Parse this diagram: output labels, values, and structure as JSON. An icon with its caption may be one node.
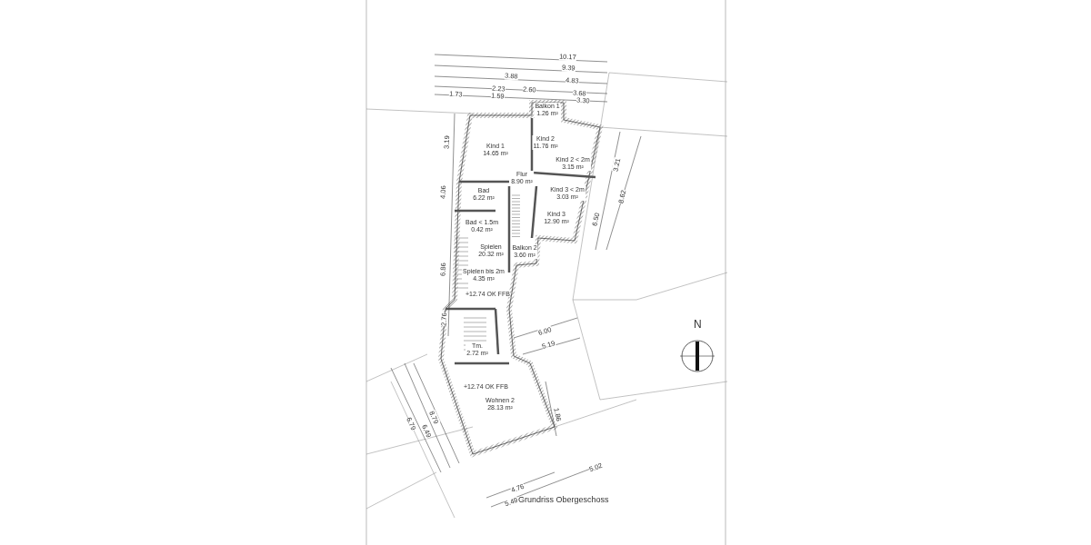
{
  "diagram": {
    "caption": "Grundriss Obergeschoss",
    "nodes": [
      {
        "text": [
          "Balkon 1",
          "1.26 m²"
        ]
      },
      {
        "text": [
          "Kind 1",
          "14.65 m²"
        ]
      },
      {
        "text": [
          "Kind 2",
          "11.76 m²"
        ]
      },
      {
        "text": [
          "Kind 2 < 2m",
          "3.15 m²"
        ]
      },
      {
        "text": [
          "Flur",
          "8.90 m²"
        ]
      },
      {
        "text": [
          "Bad",
          "6.22 m²"
        ]
      },
      {
        "text": [
          "Bad < 1.5m",
          "0.42 m²"
        ]
      },
      {
        "text": [
          "Kind 3 < 2m",
          "3.03 m²"
        ]
      },
      {
        "text": [
          "Kind 3",
          "12.90 m²"
        ]
      },
      {
        "text": [
          "Balkon 2",
          "3.60 m²"
        ]
      },
      {
        "text": [
          "Spielen",
          "20.32 m²"
        ]
      },
      {
        "text": [
          "Spielen bis 2m",
          "4.35 m²"
        ]
      },
      {
        "text": [
          "Tm.",
          "2.72 m²"
        ]
      },
      {
        "text": [
          "Wohnen 2",
          "28.13 m²"
        ]
      }
    ],
    "labels": [
      "10.17",
      "9.39",
      "3.88",
      "4.83",
      "2.23",
      "2.60",
      "3.68",
      "1.73",
      "1.59",
      "3.30",
      "3.19",
      "4.06",
      "6.86",
      "2.76",
      "3.21",
      "6.50",
      "8.62",
      "6.00",
      "5.19",
      "+12.74 OK FFB",
      "+12.74 OK FFB",
      "1.86",
      "8.79",
      "6.79",
      "6.49",
      "4.76",
      "5.49",
      "5.02",
      "N"
    ]
  }
}
